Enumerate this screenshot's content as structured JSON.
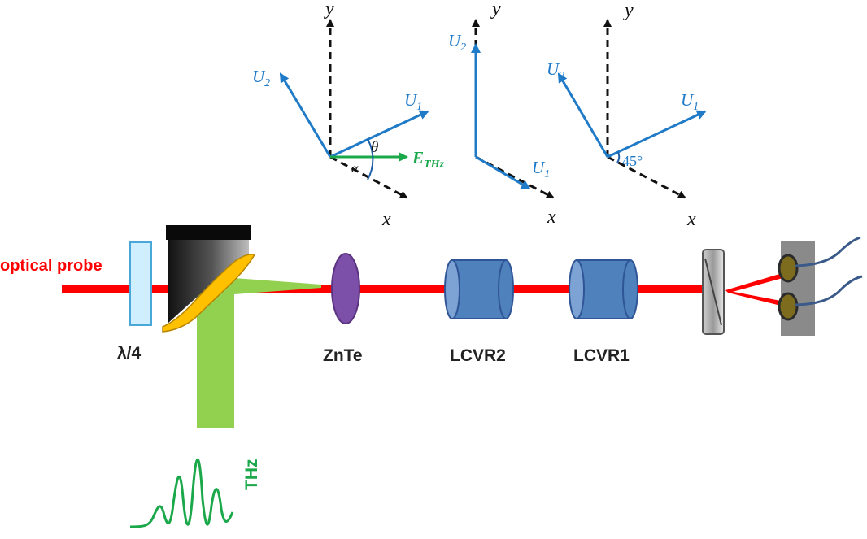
{
  "labels": {
    "optical_probe": "optical probe",
    "qwp": "λ/4",
    "znte": "ZnTe",
    "lcvr2": "LCVR2",
    "lcvr1": "LCVR1",
    "thz": "THz"
  },
  "axes": {
    "x": "x",
    "y": "y",
    "u1_main": "U",
    "u1_sub": "1",
    "u2_main": "U",
    "u2_sub": "2",
    "e_main": "E",
    "e_sub": "THz",
    "theta": "θ",
    "alpha": "α",
    "angle_45": "45°"
  },
  "colors": {
    "beam": "#ff0000",
    "thz": "#92d050",
    "vector": "#1f7ac7",
    "efield": "#1aa84a",
    "lcvr": "#4f81bd"
  }
}
